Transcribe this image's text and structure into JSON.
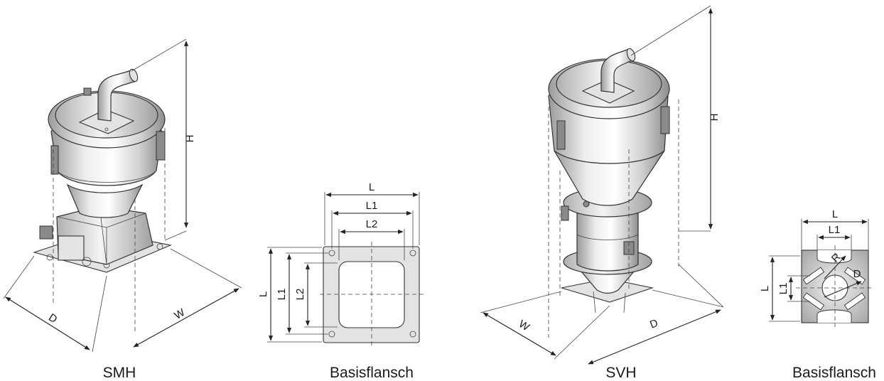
{
  "figures": [
    {
      "caption": "SMH",
      "dimensions": {
        "height": "H",
        "width": "W",
        "depth": "D"
      }
    },
    {
      "caption": "Basisflansch",
      "dimensions": {
        "l": "L",
        "l1": "L1",
        "l2": "L2",
        "l_vert": "L",
        "l1_vert": "L1",
        "l2_vert": "L2"
      }
    },
    {
      "caption": "SVH",
      "dimensions": {
        "height": "H",
        "width": "W",
        "depth": "D"
      }
    },
    {
      "caption": "Basisflansch",
      "dimensions": {
        "l": "L",
        "l1": "L1",
        "radius": "R",
        "diameter": "D",
        "l_vert": "L",
        "l1_vert": "L1"
      }
    }
  ]
}
